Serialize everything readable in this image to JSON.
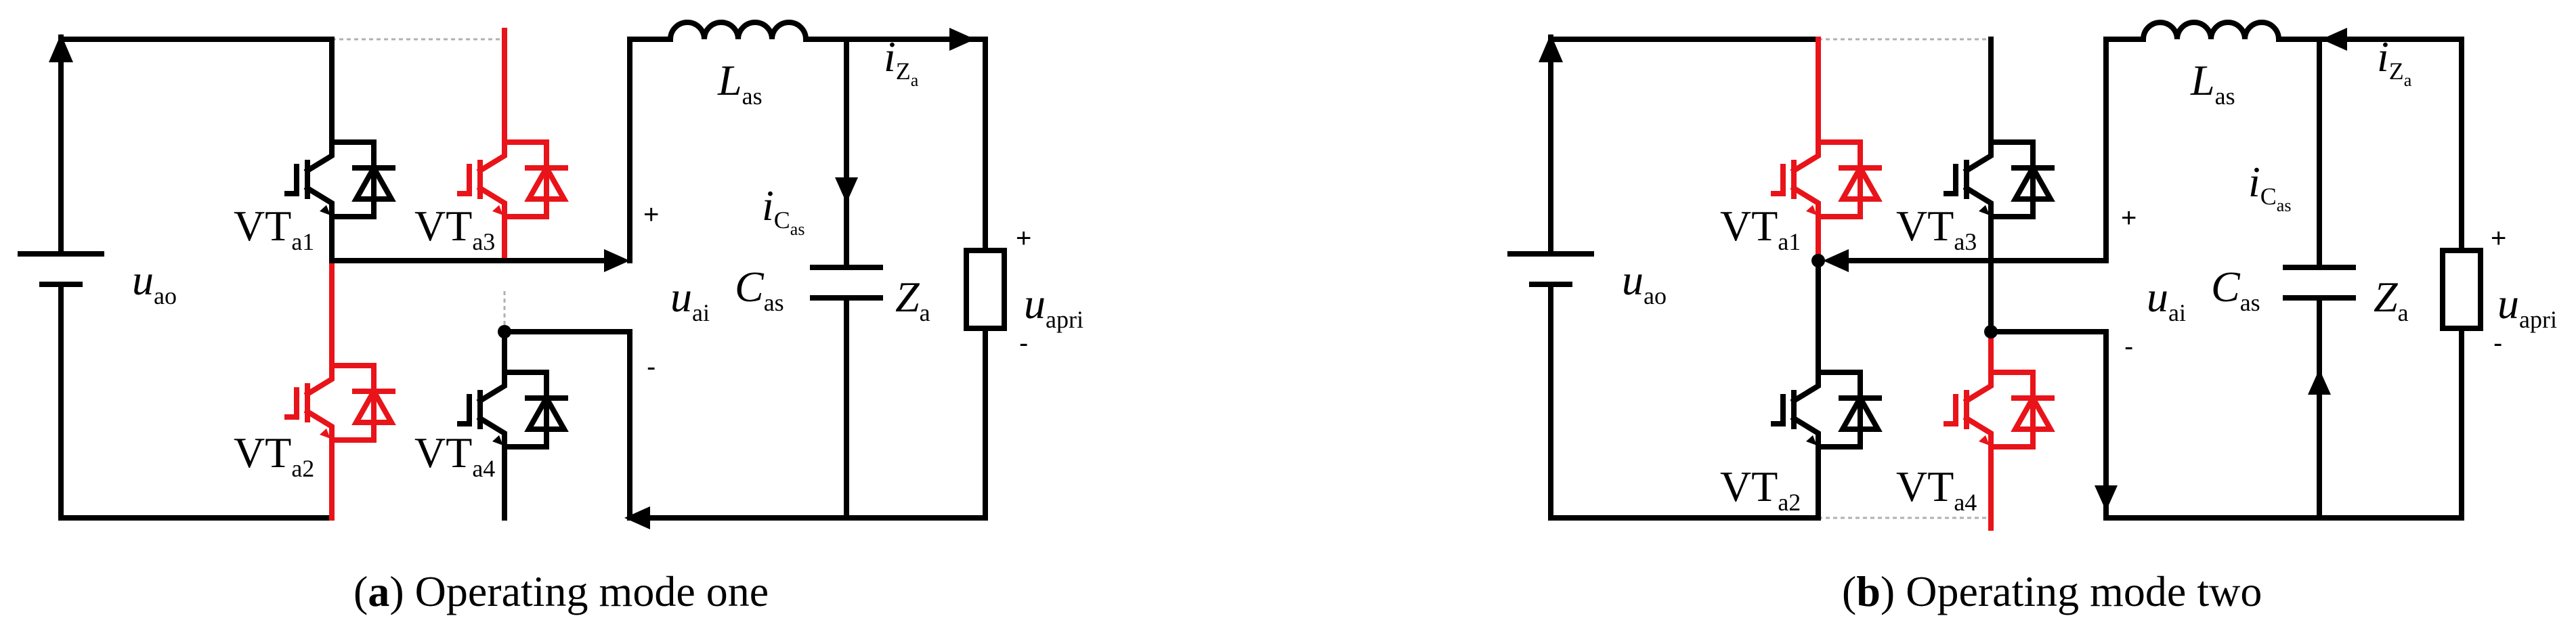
{
  "panels": [
    {
      "id": "a",
      "caption_letter": "a",
      "caption_text": "Operating mode one",
      "labels": {
        "source": "u",
        "source_sub": "ao",
        "vt1": "VT",
        "vt1_sub": "a1",
        "vt2": "VT",
        "vt2_sub": "a2",
        "vt3": "VT",
        "vt3_sub": "a3",
        "vt4": "VT",
        "vt4_sub": "a4",
        "inductor": "L",
        "inductor_sub": "as",
        "cap_current": "i",
        "cap_current_sub": "C",
        "cap_current_subsub": "as",
        "load_current": "i",
        "load_current_sub": "Z",
        "load_current_subsub": "a",
        "capacitor": "C",
        "capacitor_sub": "as",
        "load": "Z",
        "load_sub": "a",
        "inv_voltage": "u",
        "inv_voltage_sub": "ai",
        "out_voltage": "u",
        "out_voltage_sub": "apri",
        "plus": "+",
        "minus": "-"
      },
      "conducting_switches": [
        "VTa2",
        "VTa3"
      ]
    },
    {
      "id": "b",
      "caption_letter": "b",
      "caption_text": "Operating mode two",
      "labels": {
        "source": "u",
        "source_sub": "ao",
        "vt1": "VT",
        "vt1_sub": "a1",
        "vt2": "VT",
        "vt2_sub": "a2",
        "vt3": "VT",
        "vt3_sub": "a3",
        "vt4": "VT",
        "vt4_sub": "a4",
        "inductor": "L",
        "inductor_sub": "as",
        "cap_current": "i",
        "cap_current_sub": "C",
        "cap_current_subsub": "as",
        "load_current": "i",
        "load_current_sub": "Z",
        "load_current_subsub": "a",
        "capacitor": "C",
        "capacitor_sub": "as",
        "load": "Z",
        "load_sub": "a",
        "inv_voltage": "u",
        "inv_voltage_sub": "ai",
        "out_voltage": "u",
        "out_voltage_sub": "apri",
        "plus": "+",
        "minus": "-"
      },
      "conducting_switches": [
        "VTa1",
        "VTa4"
      ]
    }
  ],
  "colors": {
    "active_path": "#e8141a",
    "wire": "#000000"
  }
}
